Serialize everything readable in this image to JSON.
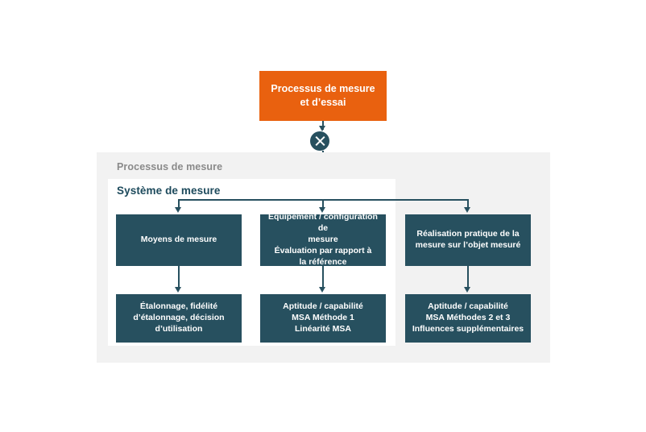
{
  "diagram": {
    "title_box": {
      "label": "Processus de mesure\net d’essai",
      "line1": "Processus de mesure",
      "line2": "et d’essai",
      "color": "#e9610f"
    },
    "junction": {
      "icon": "x-junction-icon",
      "color": "#27505f"
    },
    "outer_group": {
      "label": "Processus de mesure",
      "background": "#f2f2f2",
      "label_color": "#8a8a8a"
    },
    "inner_group": {
      "label": "Système de mesure",
      "background": "#ffffff",
      "label_color": "#1d4a5c"
    },
    "box_color": "#27505f",
    "row1": [
      {
        "id": "moyens-de-mesure",
        "lines": [
          "Moyens de mesure"
        ]
      },
      {
        "id": "equipement-configuration",
        "lines": [
          "Équipement / configuration de",
          "mesure",
          "Évaluation par rapport à",
          "la référence"
        ]
      },
      {
        "id": "realisation-pratique",
        "lines": [
          "Réalisation pratique de la",
          "mesure sur l’objet mesuré"
        ]
      }
    ],
    "row2": [
      {
        "id": "etalonnage-fidelite",
        "lines": [
          "Étalonnage, fidélité",
          "d’étalonnage, décision",
          "d’utilisation"
        ]
      },
      {
        "id": "aptitude-msa-methode-1",
        "lines": [
          "Aptitude / capabilité",
          "MSA Méthode 1",
          "Linéarité MSA"
        ]
      },
      {
        "id": "aptitude-msa-methodes-2-3",
        "lines": [
          "Aptitude / capabilité",
          "MSA Méthodes 2 et 3",
          "Influences supplémentaires"
        ]
      }
    ]
  }
}
